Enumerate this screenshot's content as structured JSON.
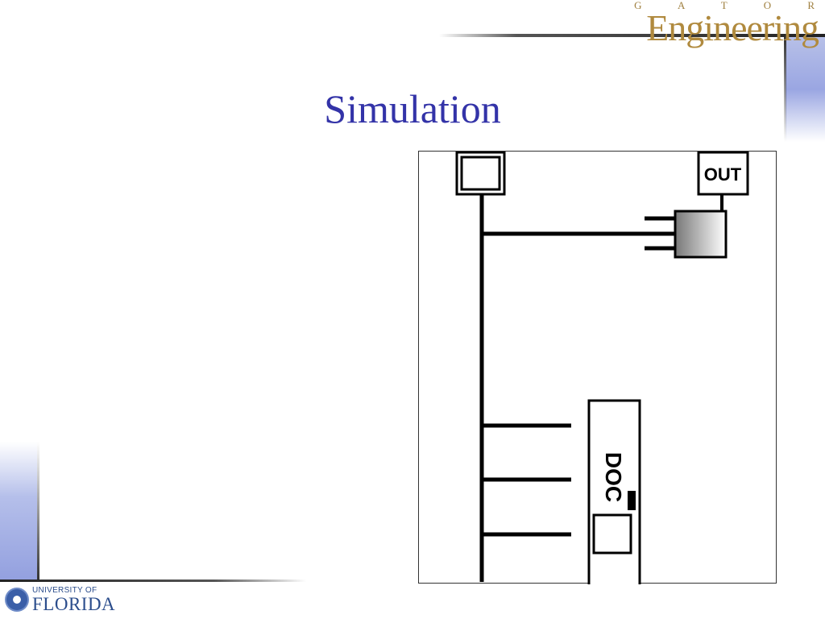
{
  "slide": {
    "title": "Simulation"
  },
  "branding": {
    "gator": "G A T O R",
    "engineering": "Engineering",
    "university_small": "UNIVERSITY OF",
    "university_big": "FLORIDA"
  },
  "diagram": {
    "out_label": "OUT",
    "doc_label": "DOC"
  }
}
